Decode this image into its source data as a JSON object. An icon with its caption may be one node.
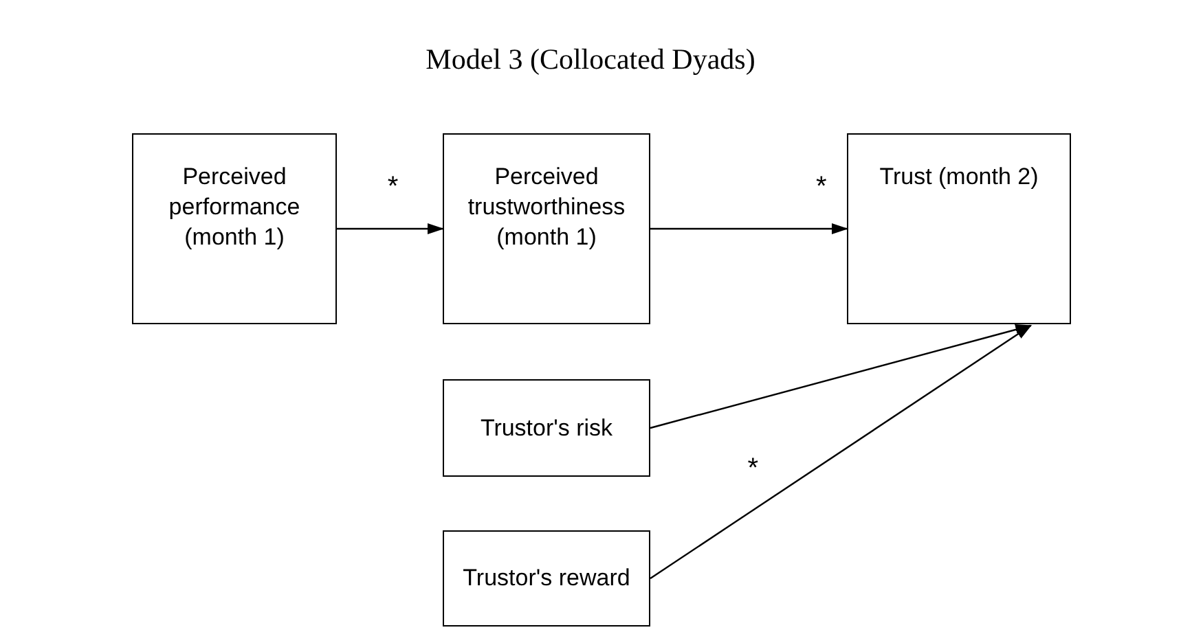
{
  "diagram": {
    "title": "Model 3 (Collocated Dyads)",
    "nodes": [
      {
        "text": [
          "Perceived performance (month 1)"
        ]
      },
      {
        "text": [
          "Perceived trustworthiness (month 1)"
        ]
      },
      {
        "text": [
          "Trust (month 2)"
        ]
      },
      {
        "text": [
          "Trustor's risk"
        ]
      },
      {
        "text": [
          "Trustor's reward"
        ]
      }
    ],
    "edges": [
      {
        "from": 0,
        "to": 1,
        "arrow": "to",
        "label": "*"
      },
      {
        "from": 1,
        "to": 2,
        "arrow": "to",
        "label": "*"
      },
      {
        "from": 3,
        "to": 2,
        "arrow": "to"
      },
      {
        "from": 4,
        "to": 2,
        "arrow": "to",
        "label": "*"
      }
    ]
  }
}
